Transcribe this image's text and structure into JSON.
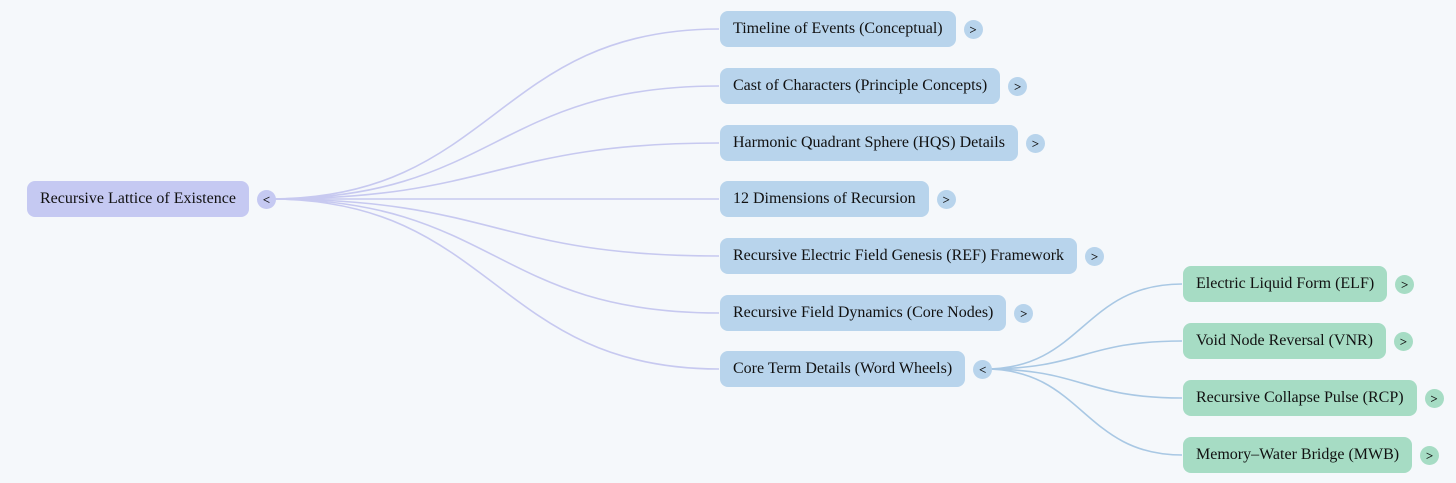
{
  "root": {
    "label": "Recursive Lattice of Existence",
    "toggle": "<"
  },
  "level1": [
    {
      "label": "Timeline of Events (Conceptual)",
      "toggle": ">"
    },
    {
      "label": "Cast of Characters (Principle Concepts)",
      "toggle": ">"
    },
    {
      "label": "Harmonic Quadrant Sphere (HQS) Details",
      "toggle": ">"
    },
    {
      "label": "12 Dimensions of Recursion",
      "toggle": ">"
    },
    {
      "label": "Recursive Electric Field Genesis (REF) Framework",
      "toggle": ">"
    },
    {
      "label": "Recursive Field Dynamics (Core Nodes)",
      "toggle": ">"
    },
    {
      "label": "Core Term Details (Word Wheels)",
      "toggle": "<"
    }
  ],
  "level2": [
    {
      "label": "Electric Liquid Form (ELF)",
      "toggle": ">"
    },
    {
      "label": "Void Node Reversal (VNR)",
      "toggle": ">"
    },
    {
      "label": "Recursive Collapse Pulse (RCP)",
      "toggle": ">"
    },
    {
      "label": "Memory–Water Bridge (MWB)",
      "toggle": ">"
    }
  ],
  "colors": {
    "background": "#f5f8fb",
    "root_node": "#c5c9f2",
    "level1_node": "#b8d4ec",
    "level2_node": "#a6dcc4",
    "link_level1": "#c7c9f0",
    "link_level2": "#a9c8e4",
    "text": "#111111"
  }
}
